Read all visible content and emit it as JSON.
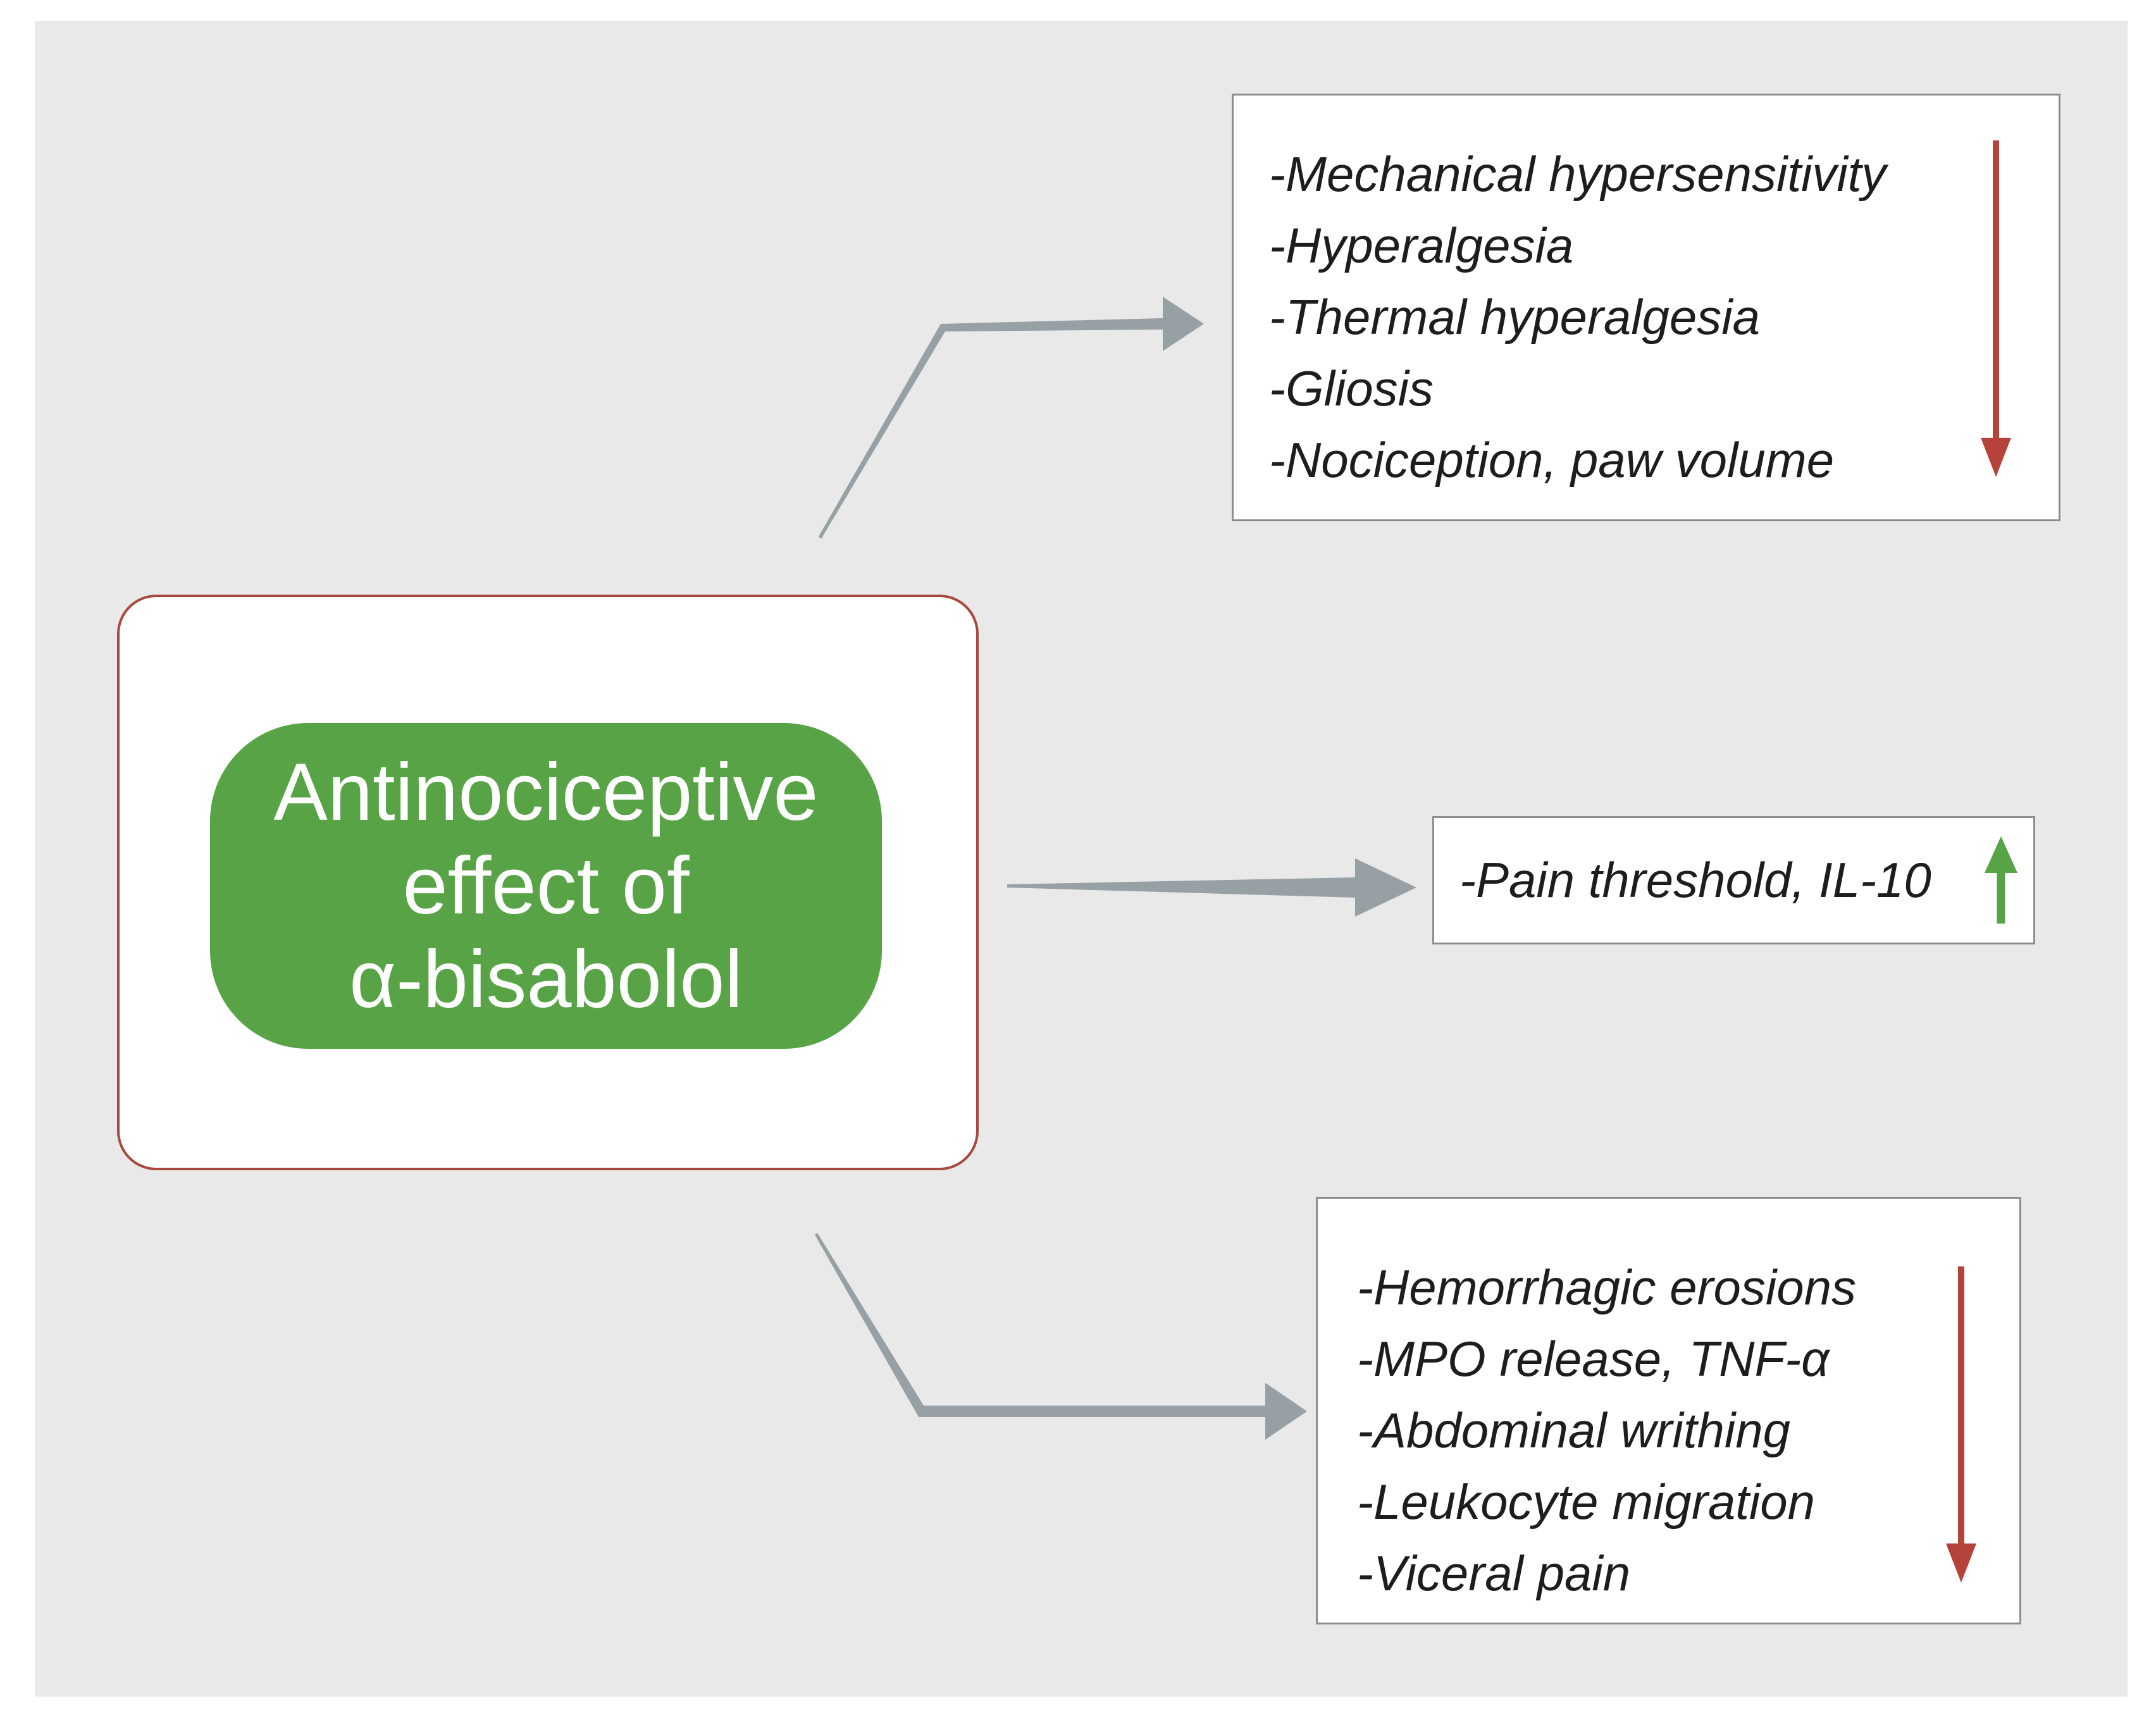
{
  "diagram": {
    "title": "Antinociceptive effect of α-bisabolol diagram",
    "center": {
      "lines": [
        "Antinociceptive",
        "effect of",
        "α-bisabolol"
      ]
    },
    "top_box": {
      "items": [
        "-Mechanical hypersensitivity",
        "-Hyperalgesia",
        "-Thermal hyperalgesia",
        "-Gliosis",
        "-Nociception, paw volume"
      ],
      "trend": "decrease"
    },
    "middle_box": {
      "items": [
        "-Pain threshold, IL-10"
      ],
      "trend": "increase"
    },
    "bottom_box": {
      "items": [
        "-Hemorrhagic erosions",
        "-MPO release, TNF-α",
        "-Abdominal writhing",
        "-Leukocyte migration",
        "-Viceral pain"
      ],
      "trend": "decrease"
    },
    "colors": {
      "panel_bg": "#e9e9e9",
      "pill_green": "#57a345",
      "card_border_red": "#a8493e",
      "box_border_gray": "#8d8d8d",
      "decrease_arrow_red": "#b5433a",
      "increase_arrow_green": "#57a345",
      "connector_gray": "#97a0a4",
      "text_dark": "#1d1d1d",
      "text_white": "#ffffff"
    }
  }
}
